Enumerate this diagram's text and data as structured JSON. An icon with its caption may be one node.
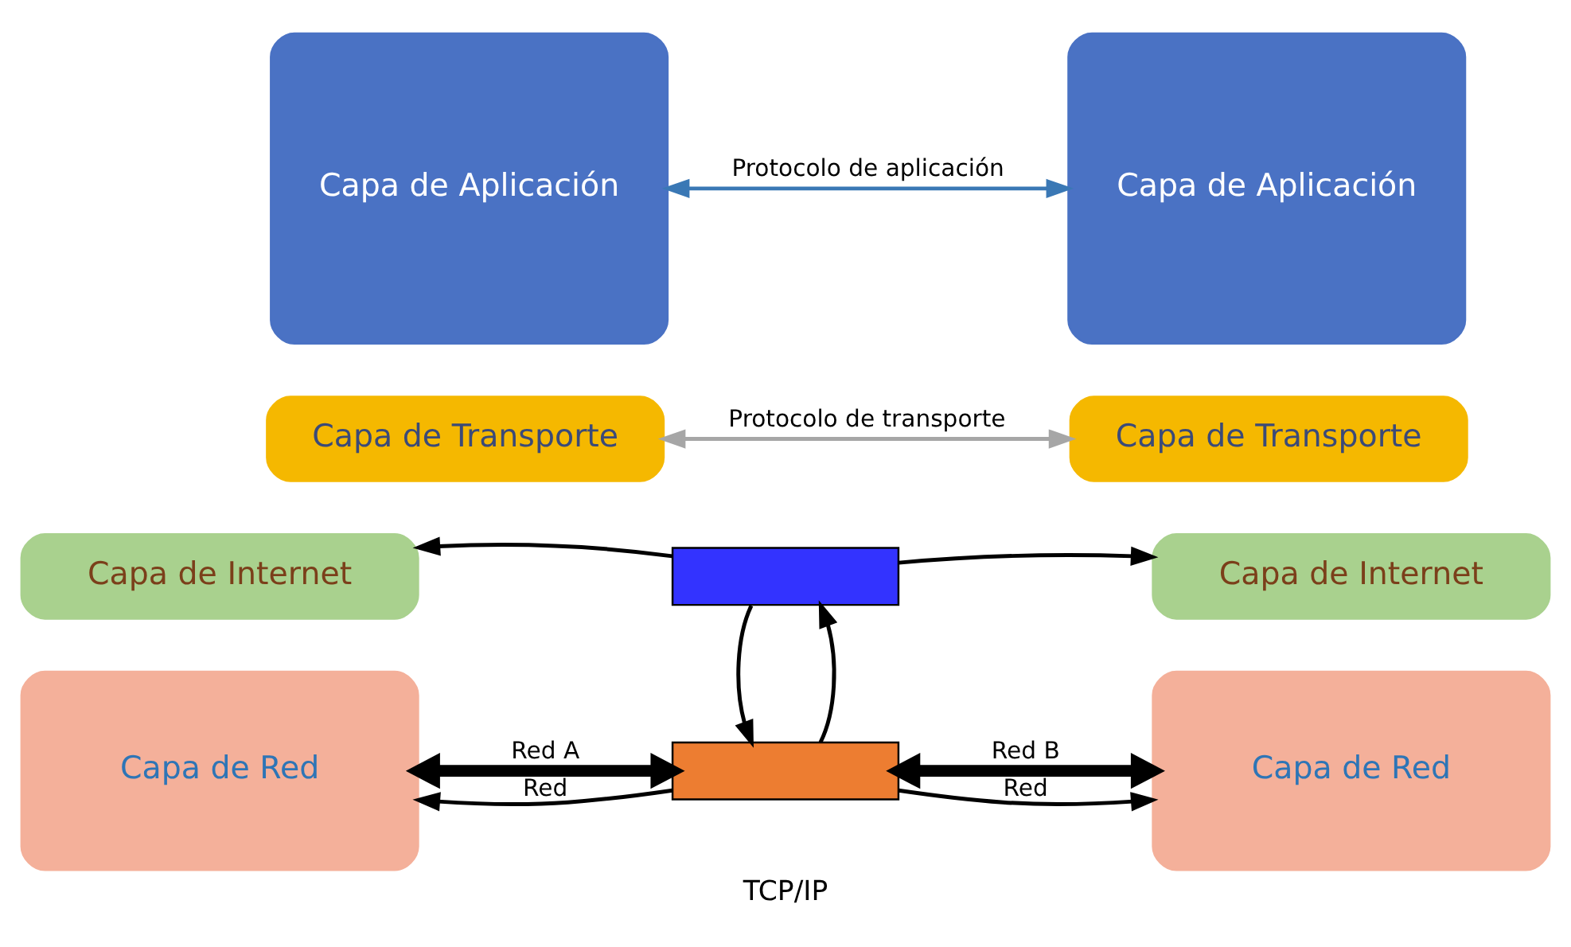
{
  "diagram": {
    "caption": "TCP/IP",
    "nodes": [
      {
        "text": [
          "Capa de Aplicación"
        ]
      },
      {
        "text": [
          "Capa de Transporte"
        ]
      },
      {
        "text": [
          "Capa de Internet"
        ]
      },
      {
        "text": [
          "Capa de Red"
        ]
      },
      {
        "text": [
          "Capa de Aplicación"
        ]
      },
      {
        "text": [
          "Capa de Transporte"
        ]
      },
      {
        "text": [
          "Capa de Internet"
        ]
      },
      {
        "text": [
          "Capa de Red"
        ]
      },
      {
        "text": [],
        "shape": "box"
      },
      {
        "text": [],
        "shape": "box"
      }
    ],
    "edges": [
      {
        "from": 0,
        "to": 4,
        "arrow": "both",
        "label": "Protocolo de aplicación",
        "color": "#3a78b5"
      },
      {
        "from": 1,
        "to": 5,
        "arrow": "both",
        "label": "Protocolo de transporte",
        "color": "#a6a6a6"
      },
      {
        "from": 8,
        "to": 2,
        "arrow": "to"
      },
      {
        "from": 8,
        "to": 6,
        "arrow": "to"
      },
      {
        "from": 9,
        "to": 8,
        "arrow": "to"
      },
      {
        "from": 8,
        "to": 9,
        "arrow": "to"
      },
      {
        "from": 9,
        "to": 3,
        "arrow": "to",
        "label": "Red"
      },
      {
        "from": 9,
        "to": 7,
        "arrow": "to",
        "label": "Red"
      },
      {
        "from": 3,
        "to": 9,
        "arrow": "both",
        "label": "Red A",
        "style": "thick"
      },
      {
        "from": 9,
        "to": 7,
        "arrow": "both",
        "label": "Red B",
        "style": "thick"
      }
    ]
  }
}
